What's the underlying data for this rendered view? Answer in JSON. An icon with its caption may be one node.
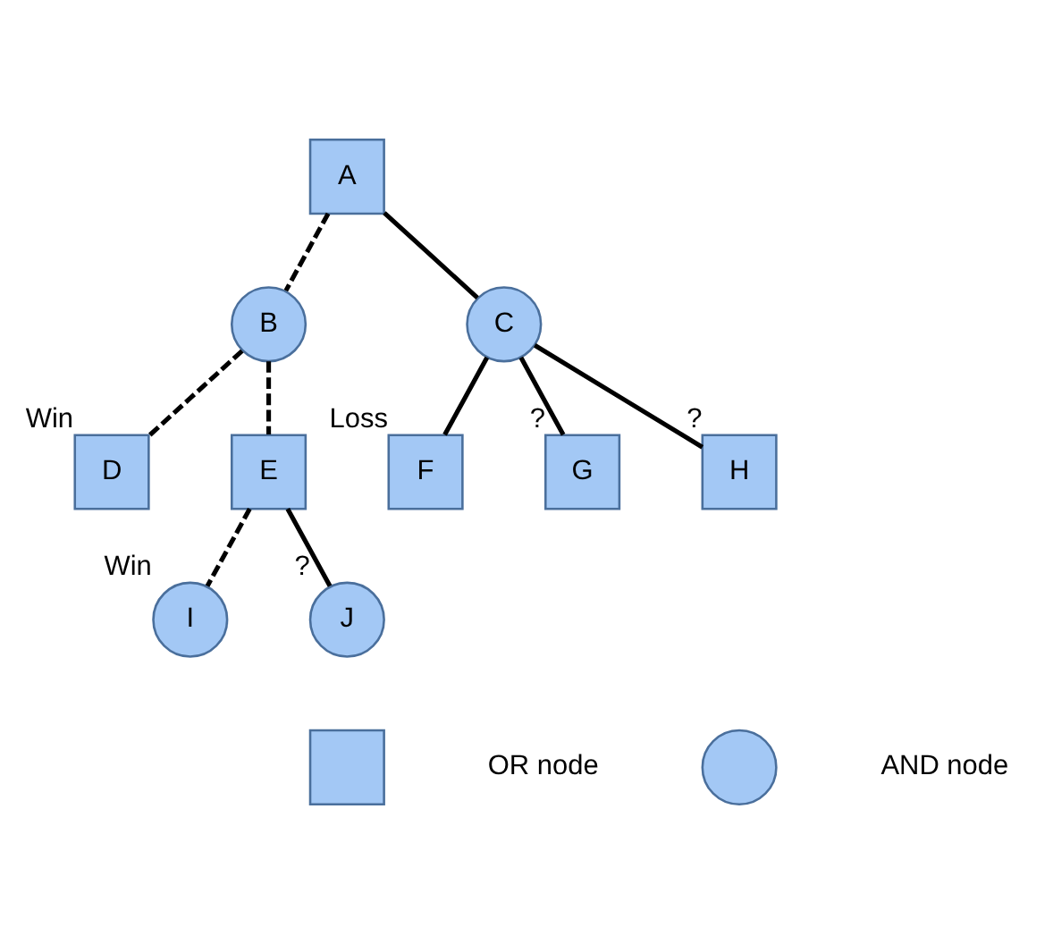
{
  "diagram": {
    "nodes": [
      {
        "text": [
          "A"
        ]
      },
      {
        "text": [
          "B"
        ]
      },
      {
        "text": [
          "C"
        ]
      },
      {
        "text": [
          "D"
        ],
        "beside": [
          "Win"
        ]
      },
      {
        "text": [
          "E"
        ]
      },
      {
        "text": [
          "F"
        ],
        "beside": [
          "Loss"
        ]
      },
      {
        "text": [
          "G"
        ],
        "beside": [
          "?"
        ]
      },
      {
        "text": [
          "H"
        ],
        "beside": [
          "?"
        ]
      },
      {
        "text": [
          "I"
        ],
        "beside": [
          "Win"
        ]
      },
      {
        "text": [
          "J"
        ],
        "beside": [
          "?"
        ]
      },
      {
        "text": [],
        "shape": "box"
      },
      {
        "text": [],
        "shape": "circle"
      }
    ],
    "edges": [
      {
        "from": 0,
        "to": 1,
        "arrow": "none",
        "style": "dashed"
      },
      {
        "from": 0,
        "to": 2,
        "arrow": "none"
      },
      {
        "from": 1,
        "to": 3,
        "arrow": "none",
        "style": "dashed"
      },
      {
        "from": 1,
        "to": 4,
        "arrow": "none",
        "style": "dashed"
      },
      {
        "from": 2,
        "to": 5,
        "arrow": "none"
      },
      {
        "from": 2,
        "to": 6,
        "arrow": "none"
      },
      {
        "from": 2,
        "to": 7,
        "arrow": "none"
      },
      {
        "from": 4,
        "to": 8,
        "arrow": "none",
        "style": "dashed"
      },
      {
        "from": 4,
        "to": 9,
        "arrow": "none"
      }
    ],
    "legend": [
      {
        "text": "OR node"
      },
      {
        "text": "AND node"
      }
    ]
  }
}
